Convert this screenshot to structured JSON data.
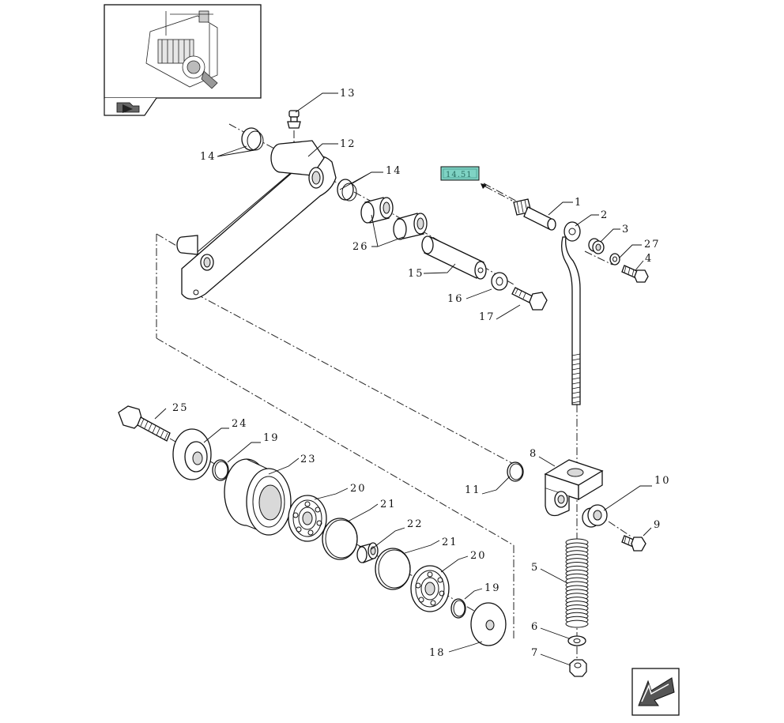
{
  "reference_tag": {
    "text": "14.51",
    "color": "#7fd3c4"
  },
  "callouts": [
    {
      "id": "c1",
      "text": "1"
    },
    {
      "id": "c2",
      "text": "2"
    },
    {
      "id": "c3",
      "text": "3"
    },
    {
      "id": "c4",
      "text": "4"
    },
    {
      "id": "c5",
      "text": "5"
    },
    {
      "id": "c6",
      "text": "6"
    },
    {
      "id": "c7",
      "text": "7"
    },
    {
      "id": "c8",
      "text": "8"
    },
    {
      "id": "c9",
      "text": "9"
    },
    {
      "id": "c10",
      "text": "10"
    },
    {
      "id": "c11",
      "text": "11"
    },
    {
      "id": "c12",
      "text": "12"
    },
    {
      "id": "c13",
      "text": "13"
    },
    {
      "id": "c14a",
      "text": "14"
    },
    {
      "id": "c14b",
      "text": "14"
    },
    {
      "id": "c15",
      "text": "15"
    },
    {
      "id": "c16",
      "text": "16"
    },
    {
      "id": "c17",
      "text": "17"
    },
    {
      "id": "c18",
      "text": "18"
    },
    {
      "id": "c19a",
      "text": "19"
    },
    {
      "id": "c19b",
      "text": "19"
    },
    {
      "id": "c20a",
      "text": "20"
    },
    {
      "id": "c20b",
      "text": "20"
    },
    {
      "id": "c21a",
      "text": "21"
    },
    {
      "id": "c21b",
      "text": "21"
    },
    {
      "id": "c22",
      "text": "22"
    },
    {
      "id": "c23",
      "text": "23"
    },
    {
      "id": "c24",
      "text": "24"
    },
    {
      "id": "c25",
      "text": "25"
    },
    {
      "id": "c26",
      "text": "26"
    },
    {
      "id": "c27",
      "text": "27"
    }
  ],
  "icons": {
    "thumbnail": "machine-overview-thumbnail",
    "book": "book-arrow-icon",
    "nav": "previous-page-arrow-icon"
  }
}
